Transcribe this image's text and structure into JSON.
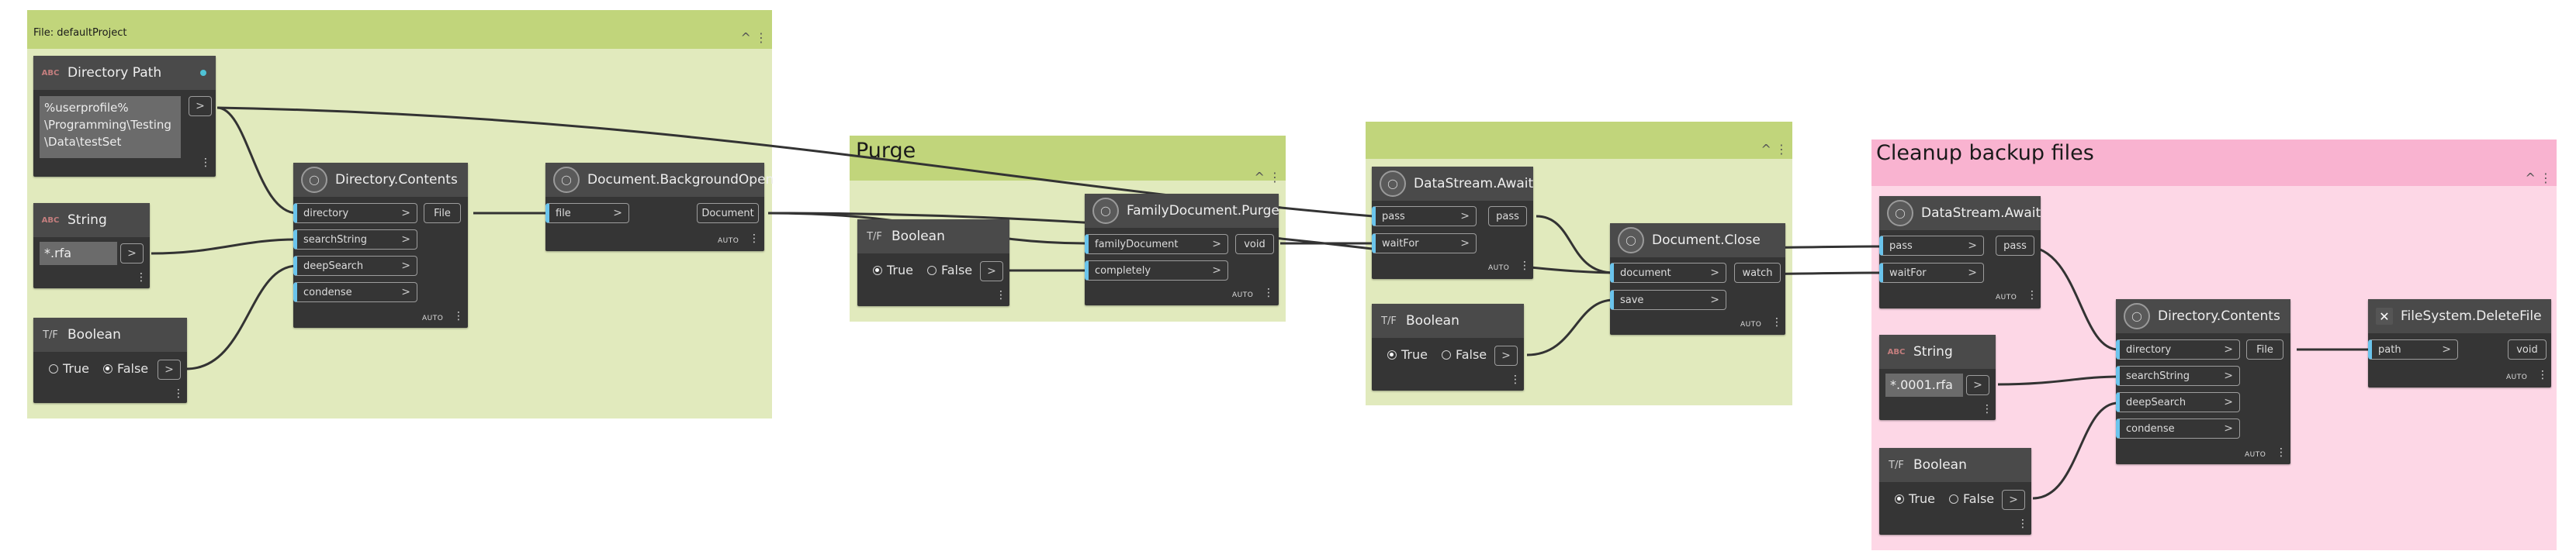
{
  "groups": {
    "project": {
      "title": "File: defaultProject",
      "controls": "^ ⋮"
    },
    "purge": {
      "title": "Purge",
      "controls": "^ ⋮"
    },
    "await_close": {
      "title": "",
      "controls": "^ ⋮"
    },
    "cleanup": {
      "title": "Cleanup backup files",
      "controls": "^ ⋮"
    }
  },
  "colors": {
    "group_green": "#e1eabd",
    "group_green_header": "#c1d57b",
    "group_pink": "#fdd7e6",
    "group_pink_header": "#f9b3d0",
    "node_body": "#353535",
    "node_header": "#4a4a4a",
    "input_port_accent": "#6ac4ec",
    "wire": "#333333"
  },
  "nodes": {
    "directory_path": {
      "title": "Directory Path",
      "icon": "abc-string-icon",
      "value": "%userprofile%\n\\Programming\\Testing\n\\Data\\testSet",
      "output": ">"
    },
    "string1": {
      "title": "String",
      "icon": "abc-string-icon",
      "value": "*.rfa",
      "output": ">"
    },
    "boolean1": {
      "title": "Boolean",
      "icon": "boolean-icon",
      "true_label": "True",
      "false_label": "False",
      "selected": "False",
      "output": ">"
    },
    "dir_contents1": {
      "title": "Directory.Contents",
      "inputs": [
        "directory",
        "searchString",
        "deepSearch",
        "condense"
      ],
      "output": "File",
      "lacing": "AUTO"
    },
    "doc_bg_open": {
      "title": "Document.BackgroundOpen",
      "inputs": [
        "file"
      ],
      "output": "Document",
      "lacing": "AUTO"
    },
    "boolean2": {
      "title": "Boolean",
      "icon": "boolean-icon",
      "true_label": "True",
      "false_label": "False",
      "selected": "True",
      "output": ">"
    },
    "family_purge": {
      "title": "FamilyDocument.Purge",
      "inputs": [
        "familyDocument",
        "completely"
      ],
      "output": "void",
      "lacing": "AUTO"
    },
    "ds_await1": {
      "title": "DataStream.Await",
      "inputs": [
        "pass",
        "waitFor"
      ],
      "output": "pass",
      "lacing": "AUTO"
    },
    "boolean3": {
      "title": "Boolean",
      "icon": "boolean-icon",
      "true_label": "True",
      "false_label": "False",
      "selected": "True",
      "output": ">"
    },
    "doc_close": {
      "title": "Document.Close",
      "inputs": [
        "document",
        "save"
      ],
      "output": "watch",
      "lacing": "AUTO"
    },
    "ds_await2": {
      "title": "DataStream.Await",
      "inputs": [
        "pass",
        "waitFor"
      ],
      "output": "pass",
      "lacing": "AUTO"
    },
    "string2": {
      "title": "String",
      "icon": "abc-string-icon",
      "value": "*.0001.rfa",
      "output": ">"
    },
    "boolean4": {
      "title": "Boolean",
      "icon": "boolean-icon",
      "true_label": "True",
      "false_label": "False",
      "selected": "True",
      "output": ">"
    },
    "dir_contents2": {
      "title": "Directory.Contents",
      "inputs": [
        "directory",
        "searchString",
        "deepSearch",
        "condense"
      ],
      "output": "File",
      "lacing": "AUTO"
    },
    "delete_file": {
      "title": "FileSystem.DeleteFile",
      "inputs": [
        "path"
      ],
      "output": "void",
      "lacing": "AUTO"
    }
  },
  "glyphs": {
    "chevron": ">",
    "menu": "⋮"
  }
}
